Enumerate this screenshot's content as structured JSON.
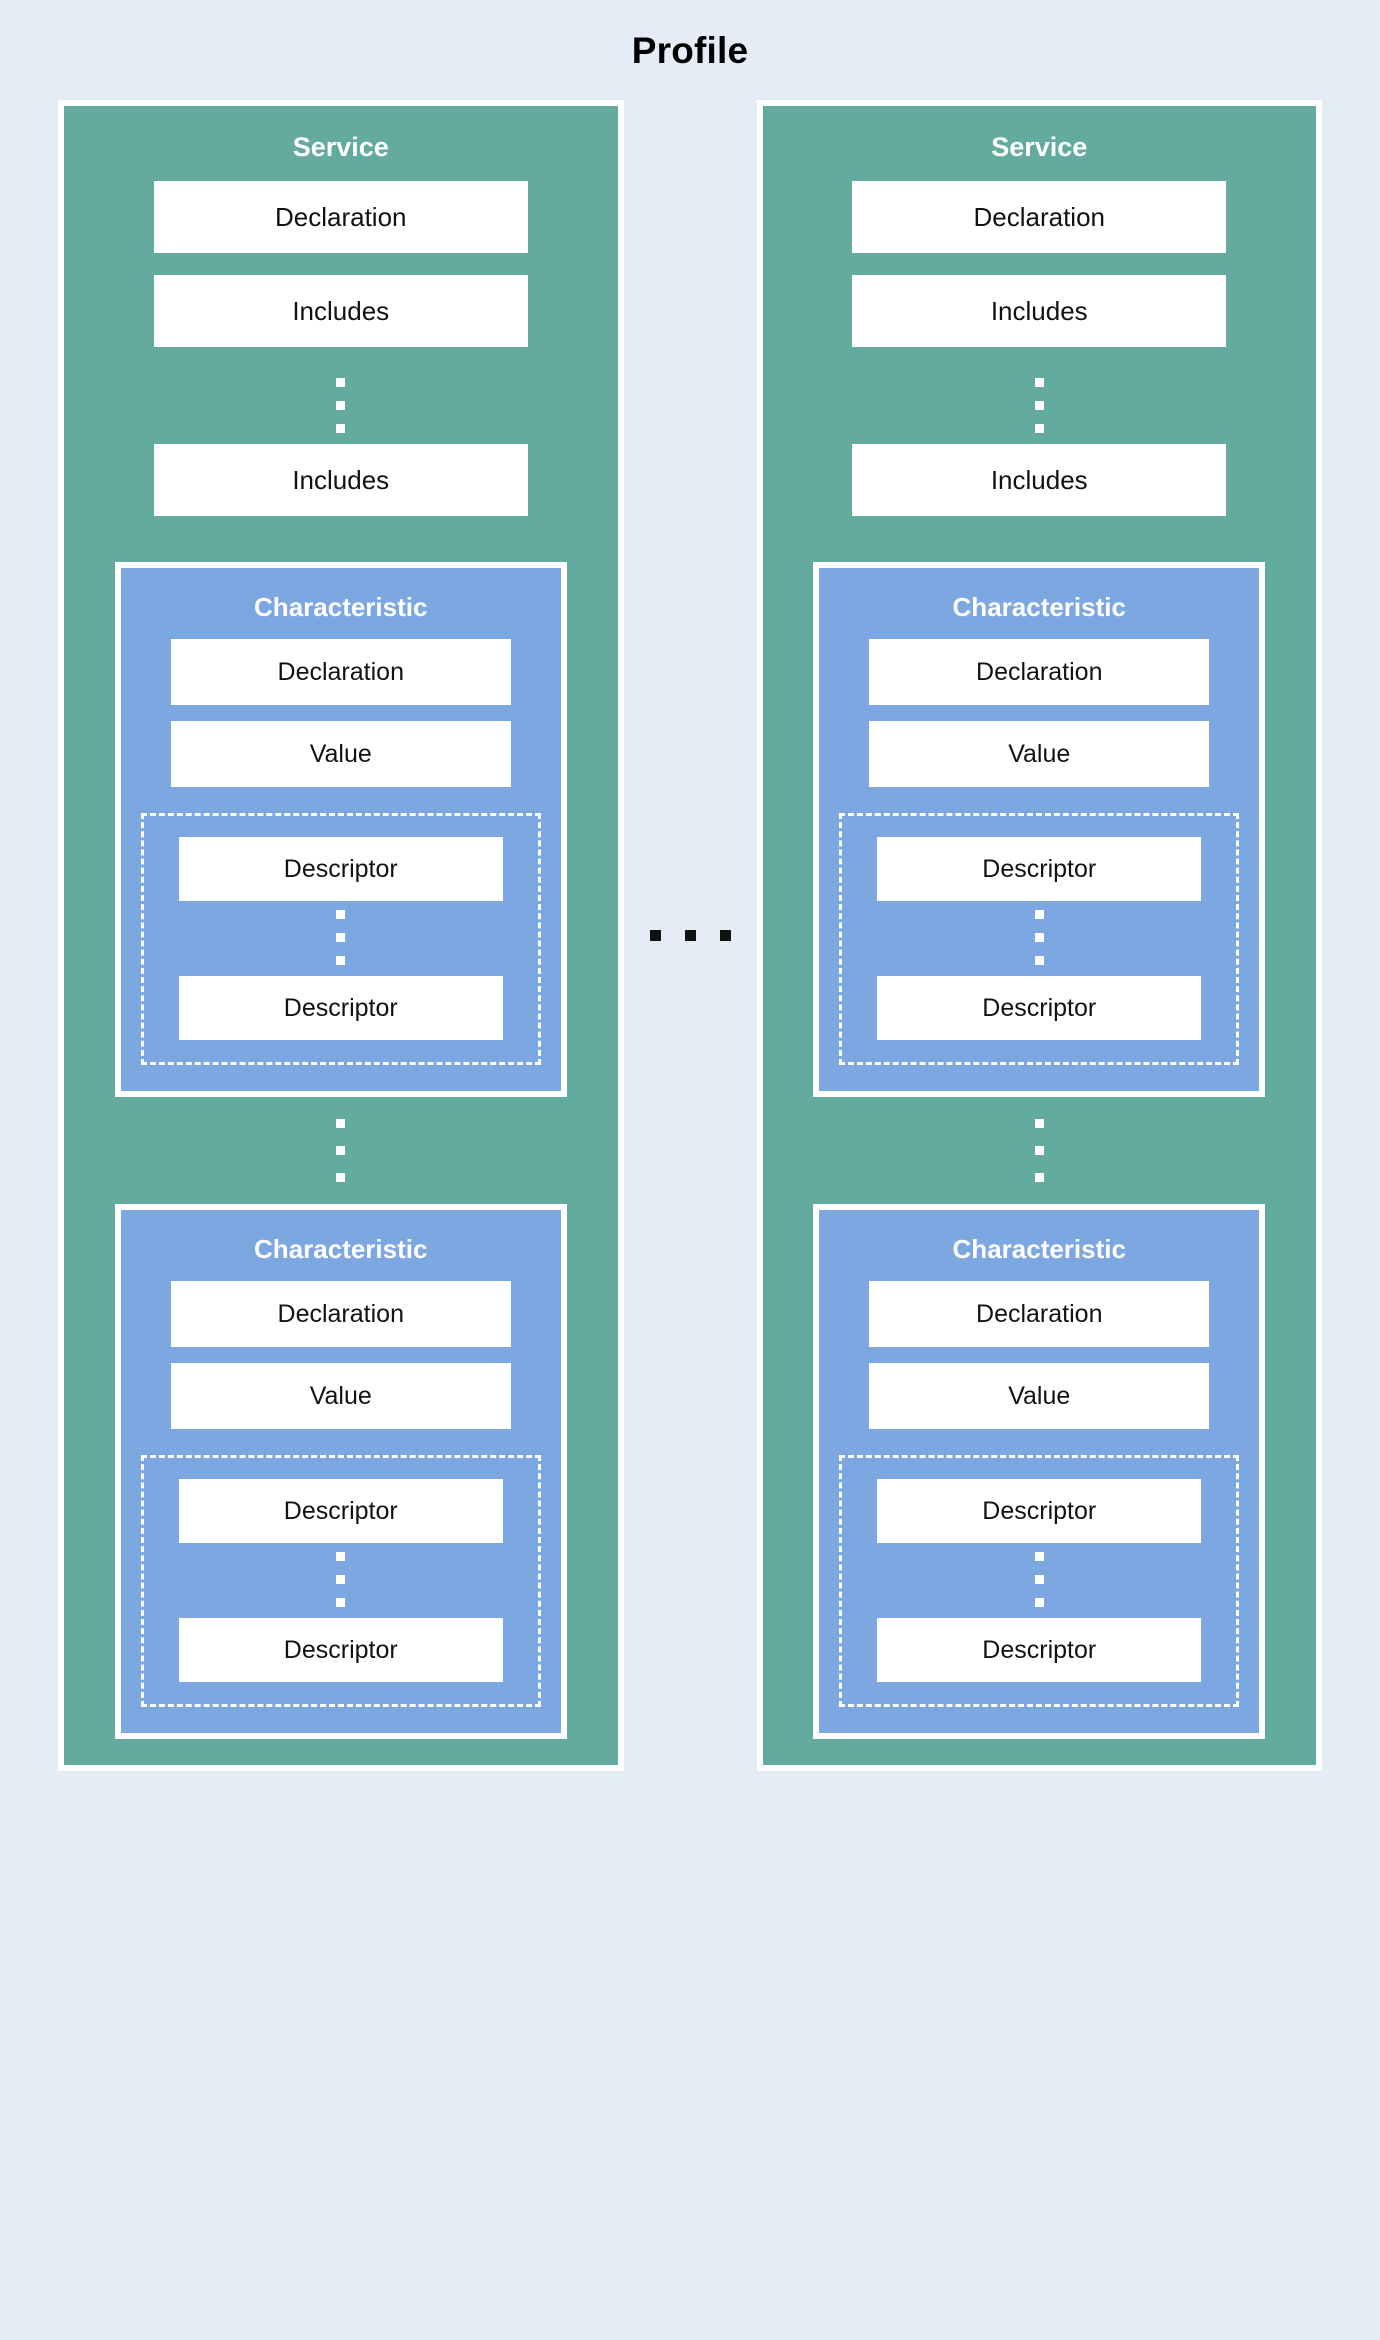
{
  "diagram": {
    "title": "Profile",
    "background_color": "#e6ecf5",
    "service_color": "#62ab9e",
    "characteristic_color": "#7da7e0",
    "box_color": "#ffffff",
    "text_color": "#121212",
    "header_text_color": "#ffffff"
  },
  "labels": {
    "service": "Service",
    "characteristic": "Characteristic",
    "declaration": "Declaration",
    "includes": "Includes",
    "value": "Value",
    "descriptor": "Descriptor"
  },
  "services": [
    {
      "title": "Service",
      "declaration": "Declaration",
      "includes_first": "Includes",
      "includes_last": "Includes",
      "characteristics": [
        {
          "title": "Characteristic",
          "declaration": "Declaration",
          "value": "Value",
          "descriptor_first": "Descriptor",
          "descriptor_last": "Descriptor"
        },
        {
          "title": "Characteristic",
          "declaration": "Declaration",
          "value": "Value",
          "descriptor_first": "Descriptor",
          "descriptor_last": "Descriptor"
        }
      ]
    },
    {
      "title": "Service",
      "declaration": "Declaration",
      "includes_first": "Includes",
      "includes_last": "Includes",
      "characteristics": [
        {
          "title": "Characteristic",
          "declaration": "Declaration",
          "value": "Value",
          "descriptor_first": "Descriptor",
          "descriptor_last": "Descriptor"
        },
        {
          "title": "Characteristic",
          "declaration": "Declaration",
          "value": "Value",
          "descriptor_first": "Descriptor",
          "descriptor_last": "Descriptor"
        }
      ]
    }
  ],
  "ellipses": {
    "vertical_symbol": "vertical-ellipsis",
    "horizontal_symbol": "horizontal-ellipsis",
    "dot_count": 3
  }
}
